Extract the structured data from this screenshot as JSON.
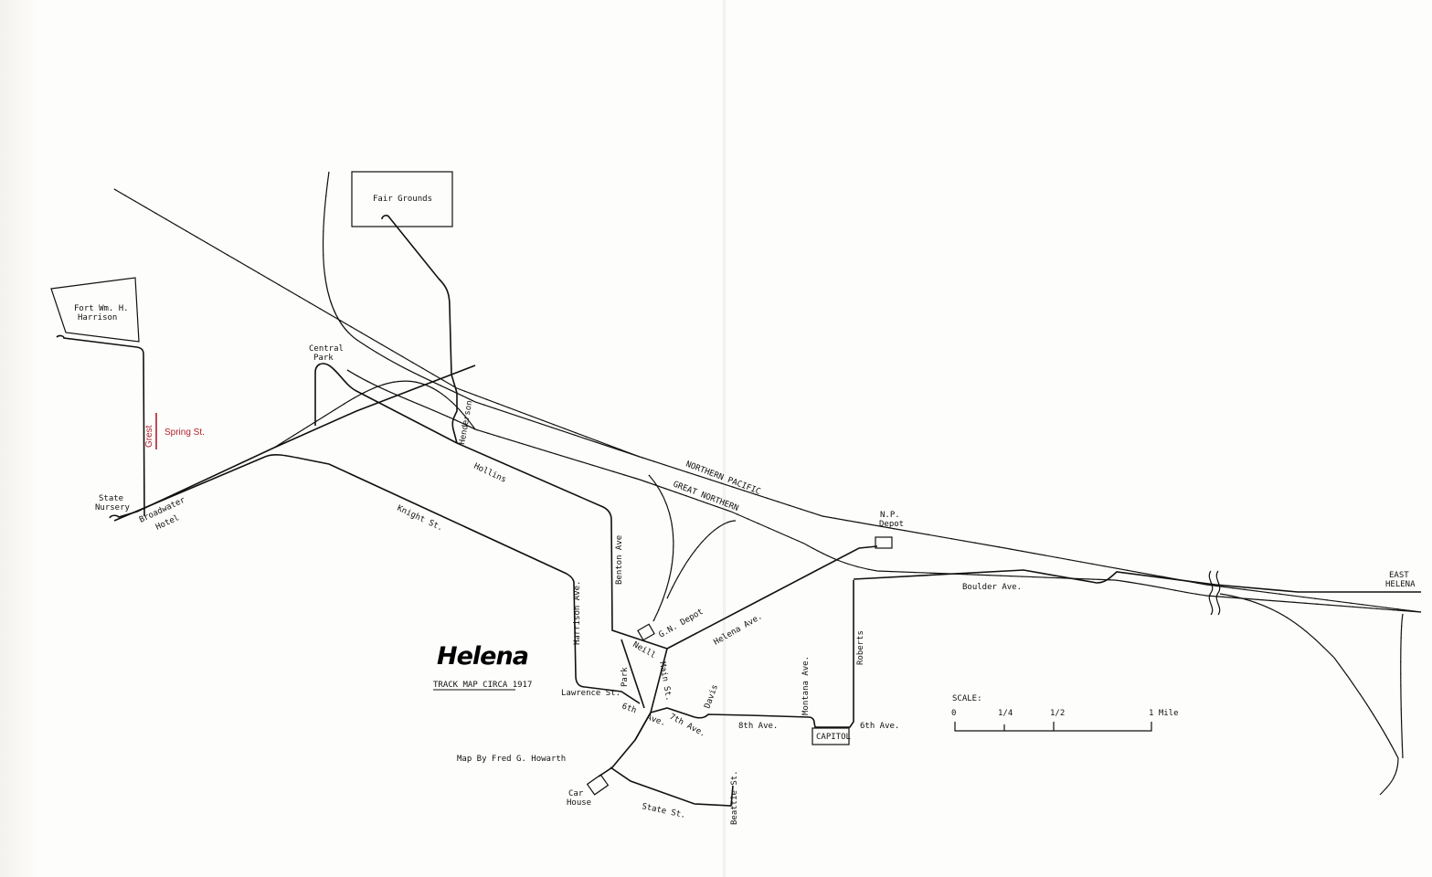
{
  "map": {
    "title": "Helena",
    "subtitle": "TRACK MAP CIRCA 1917",
    "credit": "Map By Fred G. Howarth",
    "places": {
      "fair_grounds": "Fair Grounds",
      "fort_line1": "Fort Wm. H.",
      "fort_line2": "Harrison",
      "central_park_line1": "Central",
      "central_park_line2": "Park",
      "state_nursery_line1": "State",
      "state_nursery_line2": "Nursery",
      "broadwater_line1": "Broadwater",
      "broadwater_line2": "Hotel",
      "np_depot_line1": "N.P.",
      "np_depot_line2": "Depot",
      "gn_depot": "G.N. Depot",
      "capitol": "CAPITOL",
      "car_house_line1": "Car",
      "car_house_line2": "House",
      "east_helena_line1": "EAST",
      "east_helena_line2": "HELENA"
    },
    "streets": {
      "henderson": "Henderson",
      "hollins": "Hollins",
      "knight": "Knight St.",
      "benton": "Benton Ave",
      "harrison": "Harrison Ave.",
      "neill": "Neill",
      "park": "Park",
      "main": "Main St.",
      "helena_ave": "Helena Ave.",
      "lawrence": "Lawrence St.",
      "sixth_ave_a": "6th",
      "sixth_ave_b": "Ave.",
      "seventh_ave": "7th Ave.",
      "davis": "Davis",
      "eighth_ave": "8th Ave.",
      "montana": "Montana Ave.",
      "sixth_ave_east": "6th Ave.",
      "roberts": "Roberts",
      "boulder": "Boulder Ave.",
      "state_st": "State St.",
      "beattie": "Beattie St."
    },
    "railroads": {
      "northern_pacific": "NORTHERN PACIFIC",
      "great_northern": "GREAT NORTHERN"
    },
    "scale": {
      "label": "SCALE:",
      "ticks": [
        "0",
        "1/4",
        "1/2",
        "1 Mile"
      ]
    },
    "annotation": {
      "struck_text": "Grest",
      "replacement": "Spring St.",
      "color": "#b0202a"
    }
  }
}
